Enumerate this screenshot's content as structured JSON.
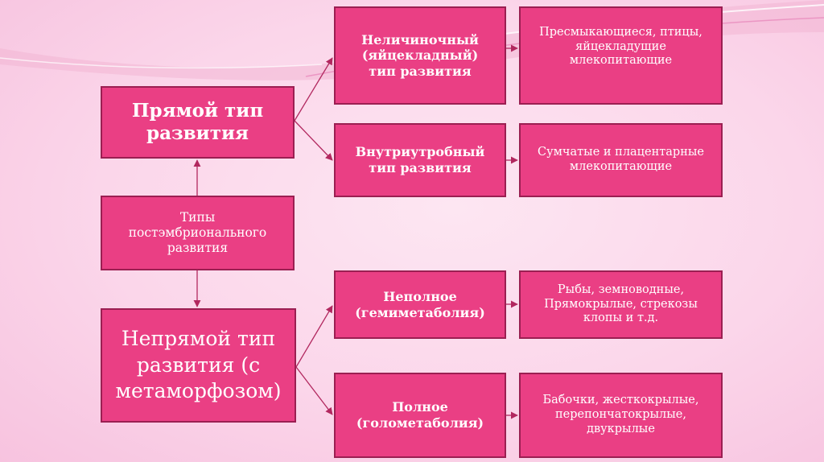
{
  "diagram": {
    "root": {
      "label": "Типы\nпостэмбрионального\nразвития"
    },
    "direct": {
      "label": "Прямой тип\nразвития",
      "children": [
        {
          "label": "Неличиночный\n(яйцекладный)\nтип развития",
          "examples": "Пресмыкающиеся, птицы,\nяйцекладущие\nмлекопитающие"
        },
        {
          "label": "Внутриутробный\nтип развития",
          "examples": "Сумчатые и плацентарные\nмлекопитающие"
        }
      ]
    },
    "indirect": {
      "label": "Непрямой тип\nразвития (с\nметаморфозом)",
      "children": [
        {
          "label": "Неполное\n(гемиметаболия)",
          "examples": "Рыбы, земноводные,\nПрямокрылые, стрекозы\nклопы и т.д."
        },
        {
          "label": "Полное\n(голометаболия)",
          "examples": "Бабочки, жесткокрылые,\nперепончатокрылые,\nдвукрылые"
        }
      ]
    }
  },
  "colors": {
    "box_fill": "#ea3f84",
    "box_border": "#9b1f52",
    "connector": "#b2285f",
    "background": "#fbd5ea"
  }
}
